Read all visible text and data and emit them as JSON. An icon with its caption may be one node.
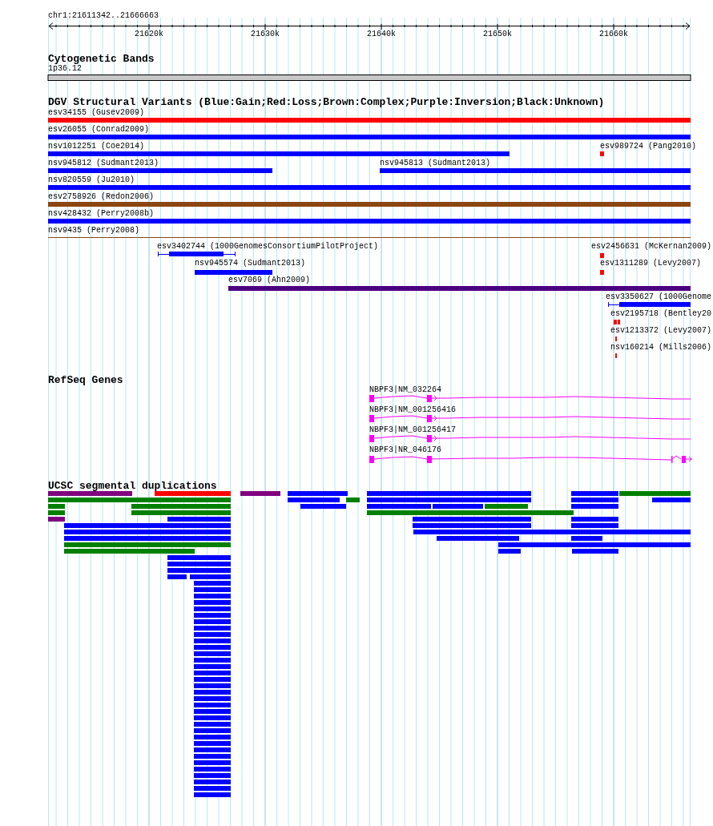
{
  "diagram": {
    "labels": [
      "chr1:21611342..21666663",
      "21620k",
      "21630k",
      "21640k",
      "21650k",
      "21660k",
      "Cytogenetic Bands",
      "1p36.12",
      "DGV Structural Variants (Blue:Gain;Red:Loss;Brown:Complex;Purple:Inversion;Black:Unknown)",
      "esv34155 (Gusev2009)",
      "esv26055 (Conrad2009)",
      "nsv1012251 (Coe2014)",
      "esv989724 (Pang2010)",
      "nsv945812 (Sudmant2013)",
      "nsv945813 (Sudmant2013)",
      "nsv820559 (Ju2010)",
      "esv2758926 (Redon2006)",
      "nsv428432 (Perry2008b)",
      "nsv9435 (Perry2008)",
      "esv3402744 (1000GenomesConsortiumPilotProject)",
      "esv2456631 (McKernan2009)",
      "nsv945574 (Sudmant2013)",
      "esv1311289 (Levy2007)",
      "esv7069 (Ahn2009)",
      "esv3350627 (1000Genome",
      "esv2195718 (Bentley20",
      "esv1213372 (Levy2007)",
      "nsv160214 (Mills2006)",
      "RefSeq Genes",
      "NBPF3|NM_032264",
      "NBPF3|NM_001256416",
      "NBPF3|NM_001256417",
      "NBPF3|NR_046176",
      "UCSC segmental duplications"
    ]
  }
}
